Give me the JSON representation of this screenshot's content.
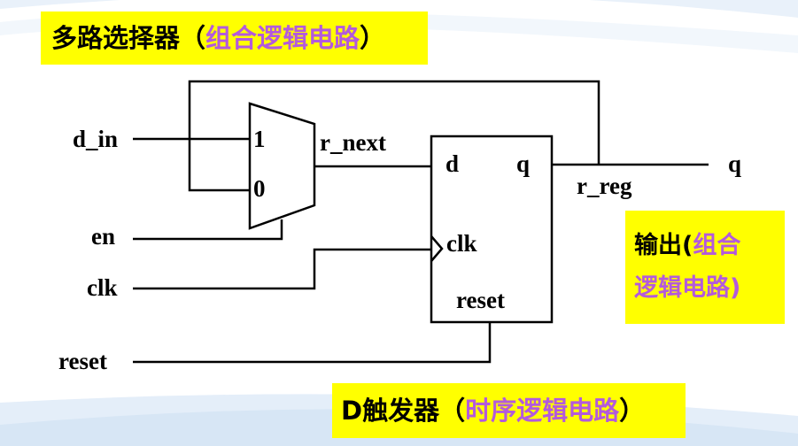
{
  "callouts": {
    "top": {
      "prefix": "多路选择器（",
      "highlight": "组合逻辑电路",
      "suffix": "）"
    },
    "right": {
      "prefix": "输出(",
      "highlight_line1": "组合",
      "highlight_line2": "逻辑电路",
      "suffix": ")"
    },
    "bottom": {
      "prefix": "D触发器（",
      "highlight": "时序逻辑电路",
      "suffix": "）"
    }
  },
  "signals": {
    "d_in": "d_in",
    "en": "en",
    "clk": "clk",
    "reset": "reset",
    "r_next": "r_next",
    "r_reg": "r_reg",
    "q_out": "q"
  },
  "mux": {
    "input_1": "1",
    "input_0": "0"
  },
  "dff": {
    "d": "d",
    "q": "q",
    "clk": "clk",
    "reset": "reset"
  },
  "colors": {
    "highlight": "#ffff00",
    "accent_text": "#b35adc",
    "wire": "#000000"
  }
}
